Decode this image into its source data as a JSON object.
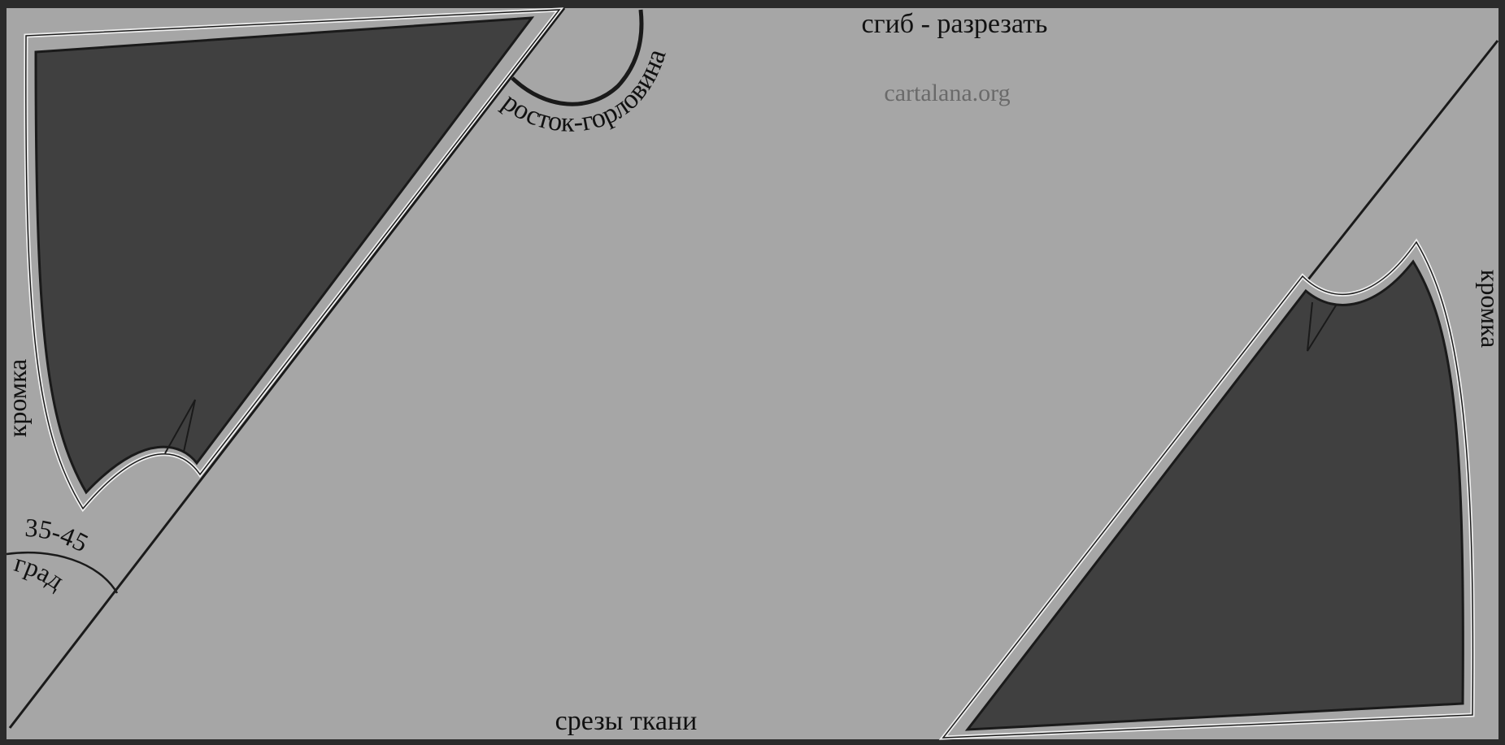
{
  "labels": {
    "fold_cut": "сгиб - разрезать",
    "watermark": "cartalana.org",
    "neckline_rise": "росток-горловина",
    "selvage_left": "кромка",
    "selvage_right": "кромка",
    "angle_value": "35-45",
    "angle_unit": "град",
    "fabric_edges": "срезы ткани"
  },
  "colors": {
    "frame": "#2b2b2b",
    "fabric": "#a6a6a6",
    "pattern_piece": "#404040",
    "line": "#1a1a1a",
    "outline": "#eeeeee"
  }
}
